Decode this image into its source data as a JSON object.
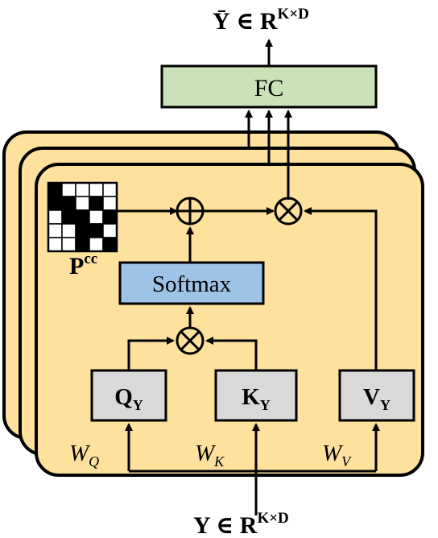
{
  "output_label": {
    "main": "Ȳ ∈ R",
    "exp": "K×D"
  },
  "input_label": {
    "main": "Y ∈ R",
    "exp": "K×D"
  },
  "fc_label": "FC",
  "softmax_label": "Softmax",
  "pcc_label": {
    "main": "P",
    "exp": "cc"
  },
  "q_box": {
    "main": "Q",
    "sub": "Y"
  },
  "k_box": {
    "main": "K",
    "sub": "Y"
  },
  "v_box": {
    "main": "V",
    "sub": "Y"
  },
  "weights": {
    "wq": {
      "main": "W",
      "sub": "Q"
    },
    "wk": {
      "main": "W",
      "sub": "K"
    },
    "wv": {
      "main": "W",
      "sub": "V"
    }
  },
  "colors": {
    "head_fill": "#fde19d",
    "fc_fill": "#c9e2b8",
    "softmax_fill": "#9dc3e7",
    "qkv_fill": "#d9d9d9",
    "stroke": "#000000"
  },
  "pcc_matrix": [
    [
      1,
      0,
      0,
      0,
      0
    ],
    [
      1,
      1,
      0,
      1,
      0
    ],
    [
      0,
      1,
      1,
      0,
      1
    ],
    [
      0,
      0,
      1,
      1,
      0
    ],
    [
      0,
      0,
      1,
      0,
      1
    ]
  ]
}
